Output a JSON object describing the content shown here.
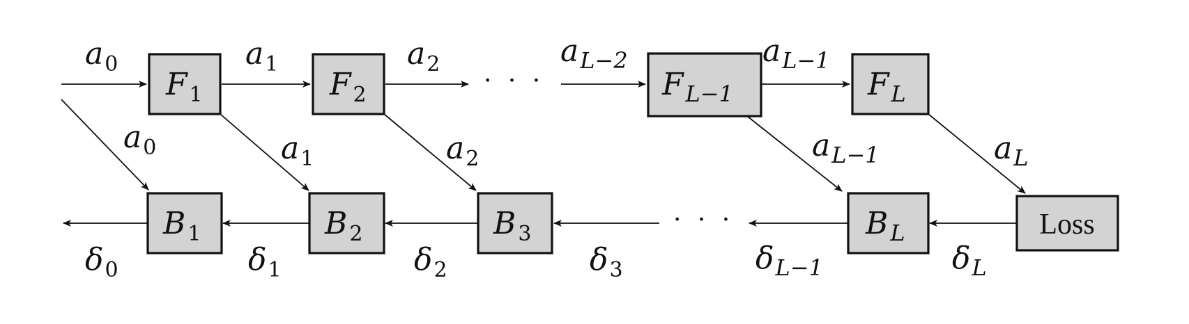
{
  "diagram": {
    "nodes": [
      {
        "id": "F1",
        "letter": "F",
        "sub": "1"
      },
      {
        "id": "F2",
        "letter": "F",
        "sub": "2"
      },
      {
        "id": "FLm1",
        "letter": "F",
        "sub": "L−1"
      },
      {
        "id": "FL",
        "letter": "F",
        "sub": "L"
      },
      {
        "id": "B1",
        "letter": "B",
        "sub": "1"
      },
      {
        "id": "B2",
        "letter": "B",
        "sub": "2"
      },
      {
        "id": "B3",
        "letter": "B",
        "sub": "3"
      },
      {
        "id": "BL",
        "letter": "B",
        "sub": "L"
      },
      {
        "id": "Loss",
        "text": "Loss"
      }
    ],
    "forward_labels": [
      {
        "id": "fa0",
        "letter": "a",
        "sub": "0"
      },
      {
        "id": "fa1",
        "letter": "a",
        "sub": "1"
      },
      {
        "id": "fa2",
        "letter": "a",
        "sub": "2"
      },
      {
        "id": "faLm2",
        "letter": "a",
        "sub": "L−2"
      },
      {
        "id": "faLm1",
        "letter": "a",
        "sub": "L−1"
      }
    ],
    "skip_labels": [
      {
        "id": "sa0",
        "letter": "a",
        "sub": "0"
      },
      {
        "id": "sa1",
        "letter": "a",
        "sub": "1"
      },
      {
        "id": "sa2",
        "letter": "a",
        "sub": "2"
      },
      {
        "id": "saLm1",
        "letter": "a",
        "sub": "L−1"
      },
      {
        "id": "saL",
        "letter": "a",
        "sub": "L"
      }
    ],
    "backward_labels": [
      {
        "id": "d0",
        "letter": "δ",
        "sub": "0"
      },
      {
        "id": "d1",
        "letter": "δ",
        "sub": "1"
      },
      {
        "id": "d2",
        "letter": "δ",
        "sub": "2"
      },
      {
        "id": "d3",
        "letter": "δ",
        "sub": "3"
      },
      {
        "id": "dLm1",
        "letter": "δ",
        "sub": "L−1"
      },
      {
        "id": "dL",
        "letter": "δ",
        "sub": "L"
      }
    ],
    "ellipsis_top": "· · ·",
    "ellipsis_bottom": "· · ·"
  }
}
